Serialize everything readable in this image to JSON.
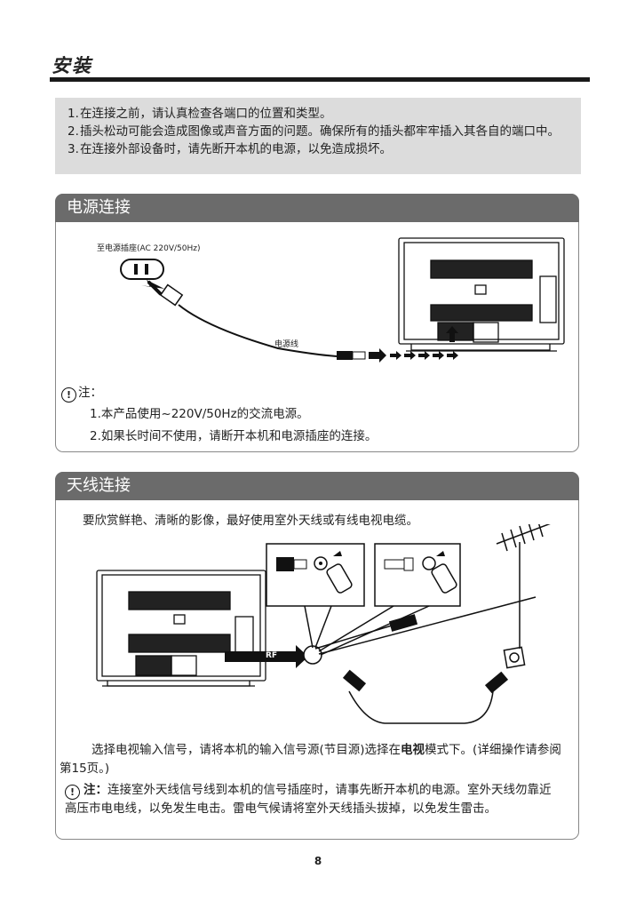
{
  "page": {
    "title": "安装",
    "page_number": "8"
  },
  "top_notes": [
    {
      "num": "1.",
      "text": "在连接之前，请认真检查各端口的位置和类型。"
    },
    {
      "num": "2.",
      "text": "插头松动可能会造成图像或声音方面的问题。确保所有的插头都牢牢插入其各自的端口中。"
    },
    {
      "num": "3.",
      "text": "在连接外部设备时，请先断开本机的电源，以免造成损坏。"
    }
  ],
  "power_section": {
    "title": "电源连接",
    "outlet_label": "至电源插座(AC 220V/50Hz)",
    "cord_label": "电源线",
    "note_label": "注：",
    "notes": [
      "1.本产品使用~220V/50Hz的交流电源。",
      "2.如果长时间不使用，请断开本机和电源插座的连接。"
    ]
  },
  "antenna_section": {
    "title": "天线连接",
    "intro": "要欣赏鲜艳、清晰的影像，最好使用室外天线或有线电视电缆。",
    "rf_label": "RF",
    "select_text_1": "选择电视输入信号，请将本机的输入信号源(节目源)选择在",
    "select_bold": "电视",
    "select_text_2": "模式下。(详细操作请参阅第15页。)",
    "note_label": "注：",
    "note_text": "连接室外天线信号线到本机的信号插座时，请事先断开本机的电源。室外天线勿靠近高压市电电线，以免发生电击。雷电气候请将室外天线插头拔掉，以免发生雷击。"
  }
}
